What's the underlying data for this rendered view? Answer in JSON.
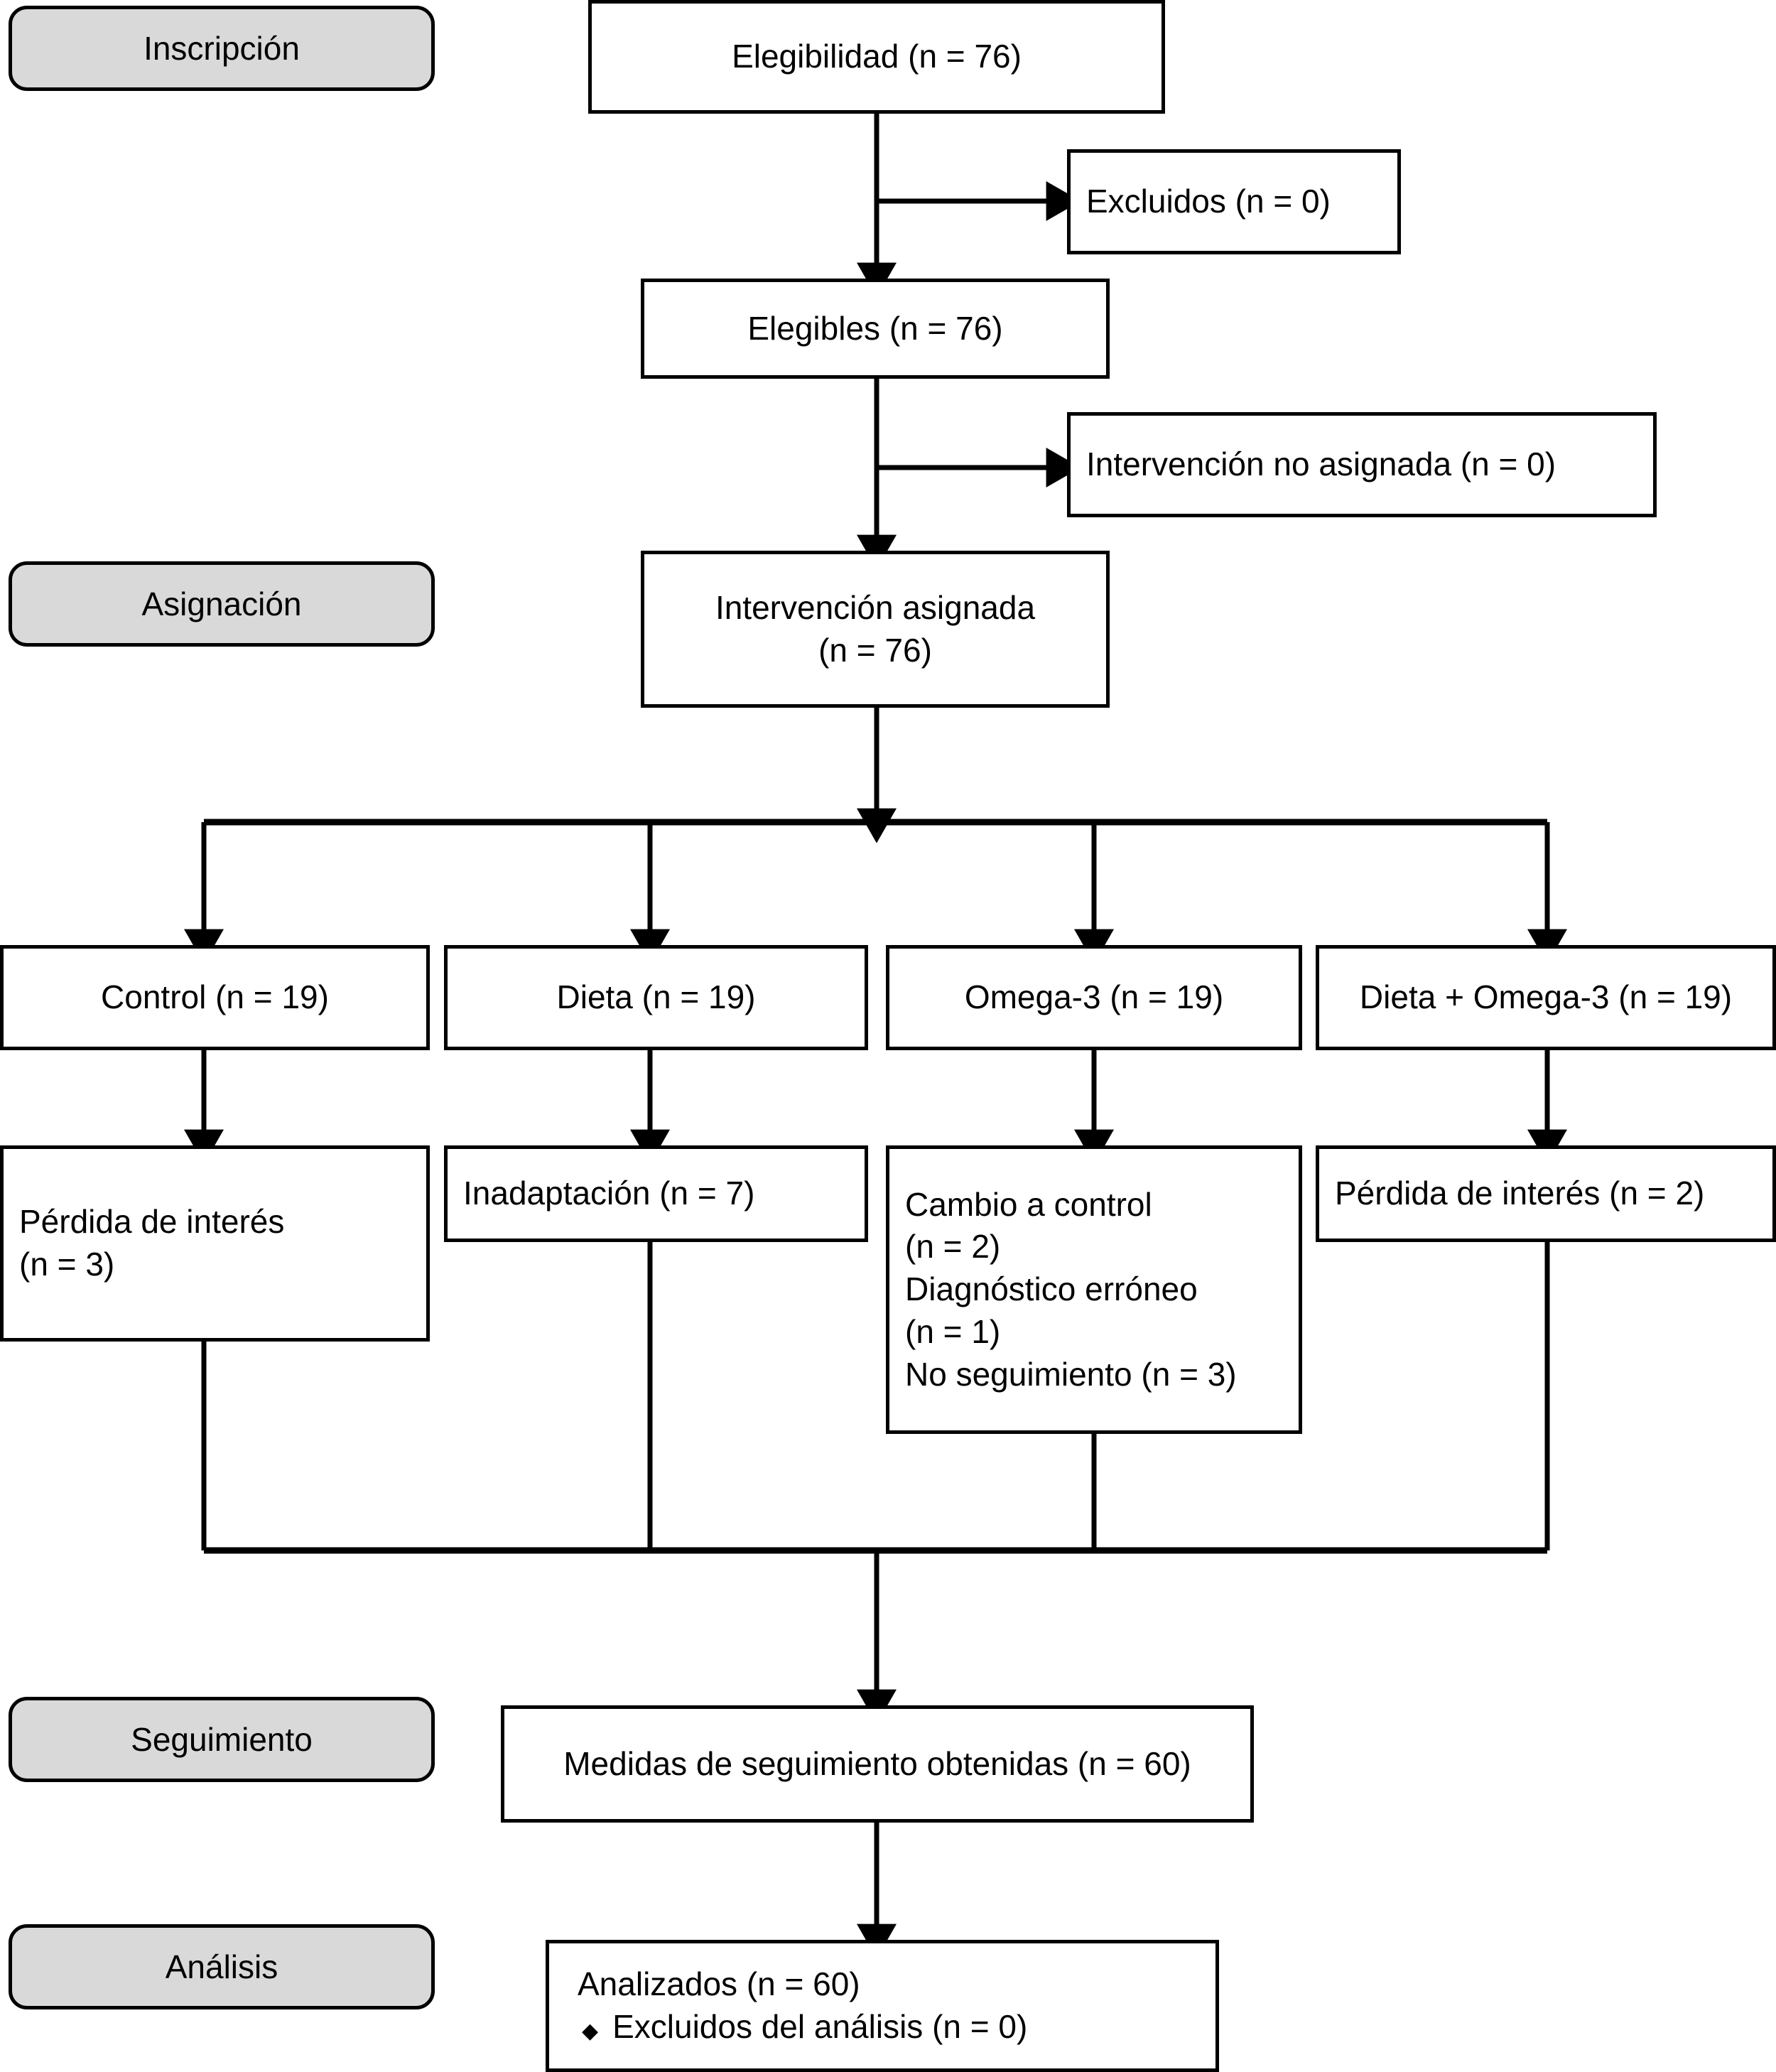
{
  "diagram": {
    "type": "consort-flow-diagram",
    "language": "es",
    "colors": {
      "stage_label_fill": "#d9d9d9",
      "node_fill": "#ffffff",
      "stroke": "#000000"
    },
    "stage_labels": [
      {
        "id": "inscripcion",
        "label": "Inscripción"
      },
      {
        "id": "asignacion",
        "label": "Asignación"
      },
      {
        "id": "seguimiento",
        "label": "Seguimiento"
      },
      {
        "id": "analisis",
        "label": "Análisis"
      }
    ],
    "nodes": {
      "eligibility": {
        "line1": "Elegibilidad (n = 76)"
      },
      "excluded": {
        "line1": "Excluidos (n = 0)"
      },
      "eligible": {
        "line1": "Elegibles (n = 76)"
      },
      "not_assigned": {
        "line1": "Intervención no asignada (n = 0)"
      },
      "assigned": {
        "line1": "Intervención asignada",
        "line2": "(n = 76)"
      },
      "group_control": {
        "line1": "Control (n = 19)"
      },
      "group_diet": {
        "line1": "Dieta (n = 19)"
      },
      "group_omega3": {
        "line1": "Omega-3 (n = 19)"
      },
      "group_diet_omega3": {
        "line1": "Dieta + Omega-3 (n = 19)"
      },
      "drop_control": {
        "line1": "Pérdida de interés",
        "line2": "(n = 3)"
      },
      "drop_diet": {
        "line1": "Inadaptación (n = 7)"
      },
      "drop_omega3": {
        "line1": "Cambio a control",
        "line2": "(n = 2)",
        "line3": "Diagnóstico erróneo",
        "line4": "(n = 1)",
        "line5": "No seguimiento (n = 3)"
      },
      "drop_diet_omega3": {
        "line1": "Pérdida de interés (n = 2)"
      },
      "followup": {
        "line1": "Medidas de seguimiento obtenidas (n = 60)"
      },
      "analyzed": {
        "line1": "Analizados (n = 60)",
        "bullet_glyph": "◆",
        "line2": "Excluidos del análisis (n = 0)"
      }
    },
    "counts": {
      "eligibility_n": 76,
      "excluded_n": 0,
      "eligible_n": 76,
      "not_assigned_n": 0,
      "assigned_n": 76,
      "control_n": 19,
      "diet_n": 19,
      "omega3_n": 19,
      "diet_omega3_n": 19,
      "drop_control_loss_interest_n": 3,
      "drop_diet_maladaptation_n": 7,
      "drop_omega3_switch_control_n": 2,
      "drop_omega3_wrong_diagnosis_n": 1,
      "drop_omega3_no_followup_n": 3,
      "drop_diet_omega3_loss_interest_n": 2,
      "followup_n": 60,
      "analyzed_n": 60,
      "excluded_from_analysis_n": 0
    }
  }
}
